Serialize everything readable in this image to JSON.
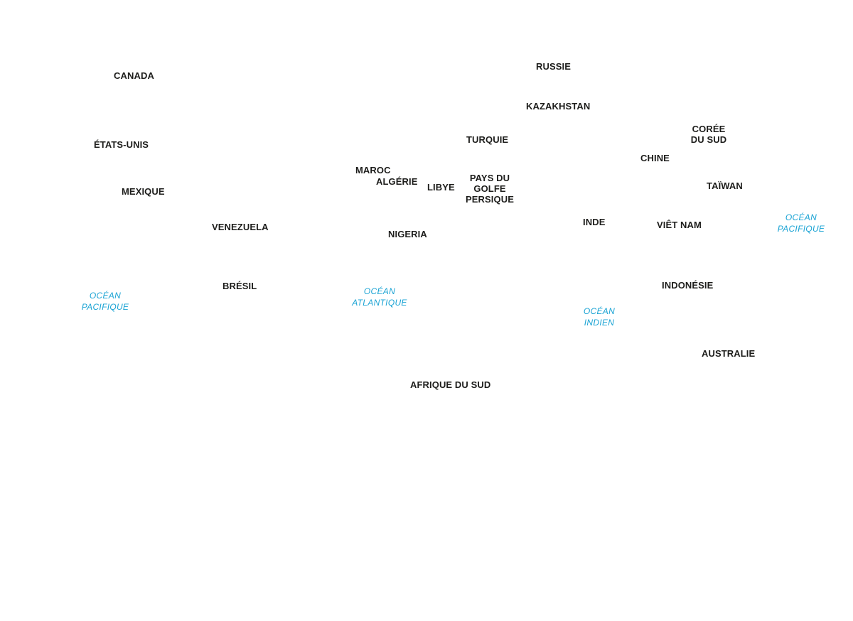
{
  "countries": {
    "canada": "CANADA",
    "russie": "RUSSIE",
    "kazakhstan": "KAZAKHSTAN",
    "etats_unis": "ÉTATS-UNIS",
    "coree_du_sud_1": "CORÉE",
    "coree_du_sud_2": "DU SUD",
    "turquie": "TURQUIE",
    "chine": "CHINE",
    "maroc": "MAROC",
    "algerie": "ALGÉRIE",
    "libye": "LIBYE",
    "golfe_1": "PAYS DU",
    "golfe_2": "GOLFE",
    "golfe_3": "PERSIQUE",
    "mexique": "MEXIQUE",
    "taiwan": "TAÏWAN",
    "venezuela": "VENEZUELA",
    "inde": "INDE",
    "viet_nam": "VIÊT NAM",
    "nigeria": "NIGERIA",
    "bresil": "BRÉSIL",
    "indonesie": "INDONÉSIE",
    "australie": "AUSTRALIE",
    "afrique_du_sud": "AFRIQUE DU SUD"
  },
  "oceans": {
    "pacifique_ouest_1": "OCÉAN",
    "pacifique_ouest_2": "PACIFIQUE",
    "atlantique_1": "OCÉAN",
    "atlantique_2": "ATLANTIQUE",
    "indien_1": "OCÉAN",
    "indien_2": "INDIEN",
    "pacifique_est_1": "OCÉAN",
    "pacifique_est_2": "PACIFIQUE"
  },
  "colors": {
    "country_label": "#1d1d1b",
    "ocean_label": "#1aa3d4",
    "background": "#ffffff"
  }
}
